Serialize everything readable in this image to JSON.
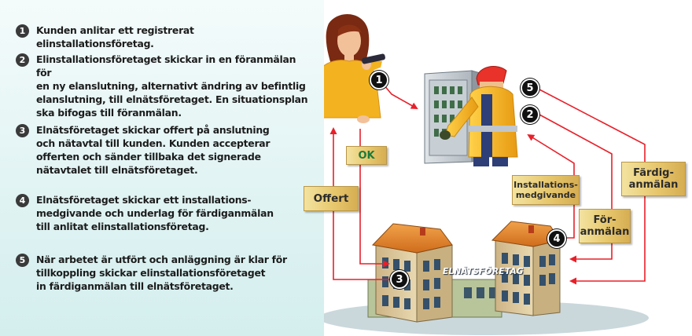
{
  "steps": [
    {
      "number": "1",
      "text": "Kunden anlitar ett registrerat elinstallationsföretag."
    },
    {
      "number": "2",
      "text": "Elinstallationsföretaget skickar in en föranmälan för\nen ny elanslutning, alternativt ändring av befintlig\nelanslutning, till elnätsföretaget. En situationsplan\nska bifogas till föranmälan."
    },
    {
      "number": "3",
      "text": "Elnätsföretaget skickar offert på anslutning\noch nätavtal till kunden. Kunden accepterar\nofferten och sänder tillbaka det signerade\nnätavtalet till elnätsföretaget."
    },
    {
      "number": "4",
      "text": "Elnätsföretaget skickar ett installations-\nmedgivande och underlag för färdiganmälan\ntill anlitat elinstallationsföretag."
    },
    {
      "number": "5",
      "text": "När arbetet är utfört och anläggning är klar för\ntillkoppling skickar elinstallationsföretaget\nin färdiganmälan till elnätsföretaget."
    }
  ],
  "diagram": {
    "labels": {
      "ok": "OK",
      "offert": "Offert",
      "installationsmedgivande": "Installations-\nmedgivande",
      "foranmalan": "För-\nanmälan",
      "fardiganmalan": "Färdig-\nanmälan"
    },
    "badges": {
      "b1": "1",
      "b2": "2",
      "b3": "3",
      "b4": "4",
      "b5": "5"
    },
    "building_name": "ELNÄTSFÖRETAG"
  },
  "colors": {
    "arrow": "#e8202a",
    "label_gold": "#e7c76d",
    "badge": "#111111",
    "panel": "#e0f3f3",
    "jacket": "#f3b320",
    "building_wall": "#d9c49a",
    "roof": "#e2892d"
  }
}
